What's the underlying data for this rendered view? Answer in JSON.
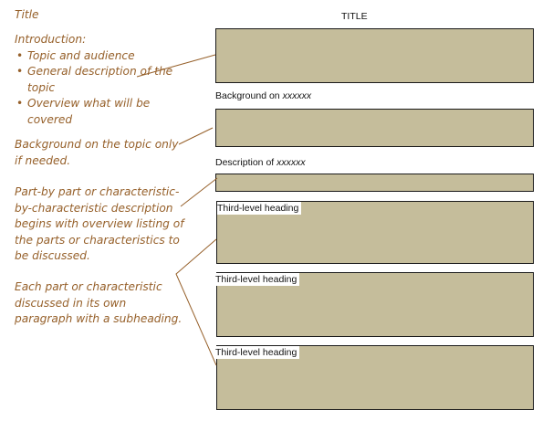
{
  "left_notes": {
    "title": "Title",
    "intro_heading": "Introduction:",
    "intro_items": [
      "Topic and audience",
      "General description of the topic",
      "Overview what will be covered"
    ],
    "background_note": "Background on the topic only if needed.",
    "description_note": "Part-by part or characteristic-by-characteristic description begins with overview listing of the parts or characteristics to be discussed.",
    "parts_note": "Each part or characteristic discussed in its own paragraph with a subheading."
  },
  "layout_panel": {
    "title": "TITLE",
    "background_label_prefix": "Background on ",
    "background_label_var": "xxxxxx",
    "description_label_prefix": "Description of ",
    "description_label_var": "xxxxxx",
    "subheadings": [
      "Third-level heading",
      "Third-level heading",
      "Third-level heading"
    ]
  },
  "colors": {
    "annotation_text": "#96602a",
    "box_fill": "#c5bd9b",
    "box_border": "#1a1a1a",
    "connector": "#96602a"
  }
}
